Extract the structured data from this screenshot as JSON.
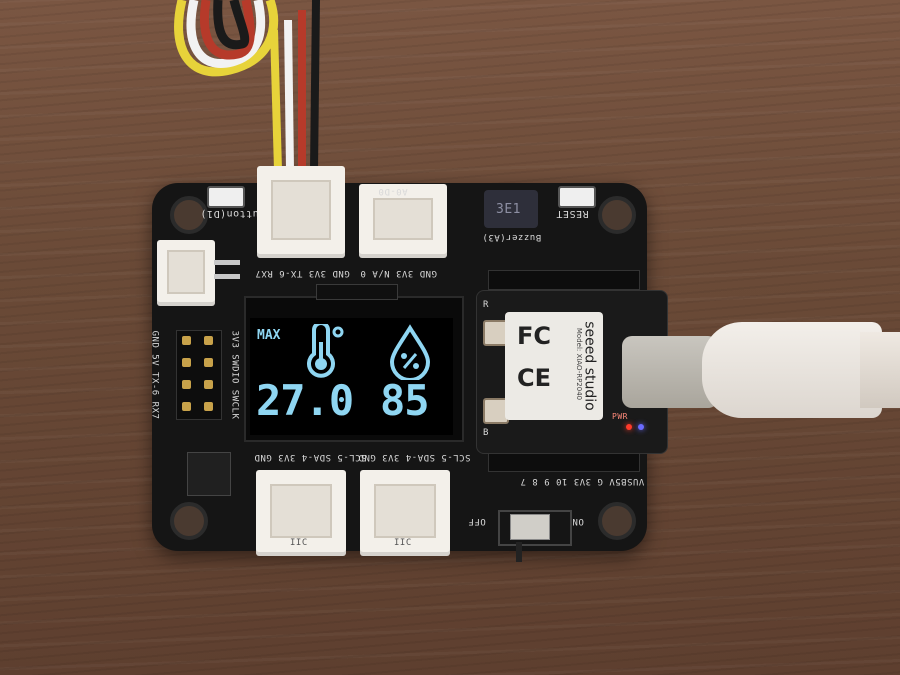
{
  "oled": {
    "mode_label": "MAX",
    "temperature": "27.0",
    "humidity": "85",
    "text_color": "#8fd6f2"
  },
  "silkscreen": {
    "button": "Button(D1)",
    "a0_d0": "A0-D0",
    "buzzer": "Buzzer(A3)",
    "reset": "RESET",
    "uart_top": "GND 3V3 TX-6 RX7",
    "analog_top": "GND 3V3 N/A 0",
    "left_header": "GND 5V TX-6 RX7",
    "left_header2": "3V3 SWDIO SWCLK",
    "i2c_left": "SCL-5 SDA-4 3V3 GND",
    "i2c_right": "SCL-5 SDA-4 3V3 GND",
    "iic_left": "IIC",
    "iic_right": "IIC",
    "off": "OFF",
    "on": "ON",
    "xiao_pins": "VUSB5V G 3V3 10 9 8 7",
    "pwr": "PWR"
  },
  "xiao": {
    "brand": "seeed studio",
    "model": "Model: XIAO-RP2040",
    "fcc": "FC",
    "ce": "CE",
    "btn_r": "R",
    "btn_b": "B"
  },
  "buzzer": {
    "label": "3E1"
  },
  "colors": {
    "board": "#151515",
    "wood": "#6b4a36",
    "oled_cyan": "#8fd6f2",
    "grove_white": "#f3f0ea"
  },
  "icons": {
    "thermometer": "thermometer-icon",
    "humidity": "humidity-drop-icon"
  }
}
